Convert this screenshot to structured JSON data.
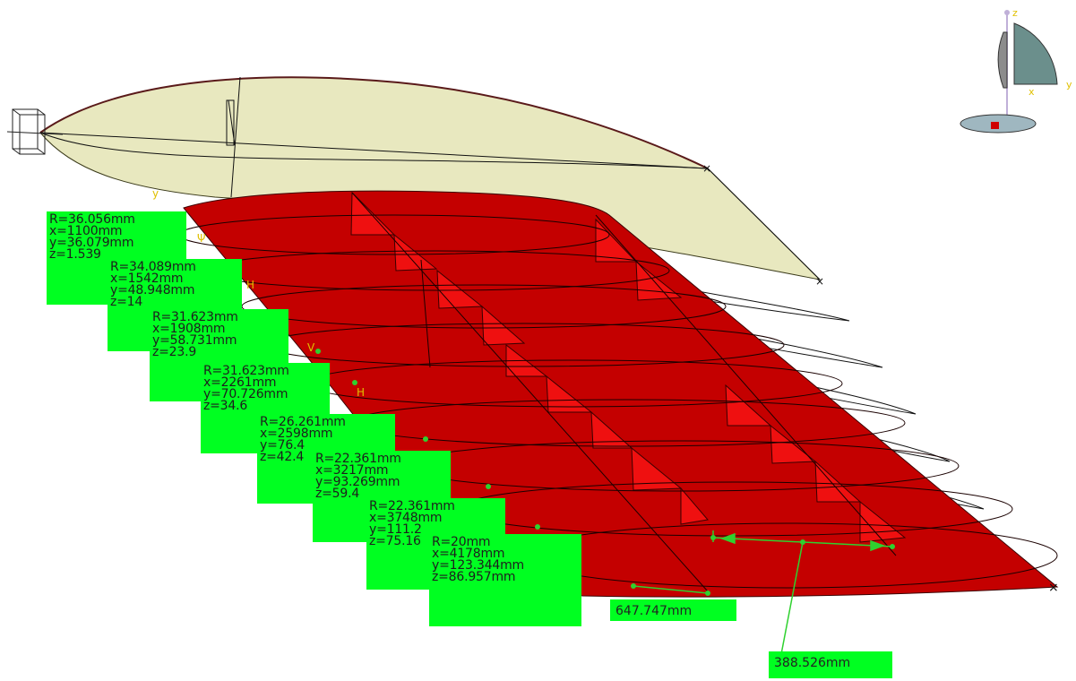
{
  "callouts": [
    {
      "lines": [
        "R=36.056mm",
        "x=1100mm",
        "y=36.079mm",
        "z=1.539"
      ]
    },
    {
      "lines": [
        "R=34.089mm",
        "x=1542mm",
        "y=48.948mm",
        "z=14"
      ]
    },
    {
      "lines": [
        "R=31.623mm",
        "x=1908mm",
        "y=58.731mm",
        "z=23.9"
      ]
    },
    {
      "lines": [
        "R=31.623mm",
        "x=2261mm",
        "y=70.726mm",
        "z=34.6"
      ]
    },
    {
      "lines": [
        "R=26.261mm",
        "x=2598mm",
        "y=76.4",
        "z=42.4"
      ]
    },
    {
      "lines": [
        "R=22.361mm",
        "x=3217mm",
        "y=93.269mm",
        "z=59.4"
      ]
    },
    {
      "lines": [
        "R=22.361mm",
        "x=3748mm",
        "y=111.2",
        "z=75.16"
      ]
    },
    {
      "lines": [
        "R=20mm",
        "x=4178mm",
        "y=123.344mm",
        "z=86.957mm"
      ]
    }
  ],
  "dimensions": {
    "chord": "647.747mm",
    "offset": "388.526mm"
  },
  "compass": {
    "z_label": "z",
    "x_label": "x",
    "y_label": "y"
  },
  "colors": {
    "wing_upper": "#e8e8bf",
    "wing_lower": "#c40000",
    "wing_bright": "#ef1010",
    "annotation": "#00ff21"
  },
  "icons": {
    "compass": "compass-icon",
    "axis_marker": "axis-marker-icon"
  }
}
